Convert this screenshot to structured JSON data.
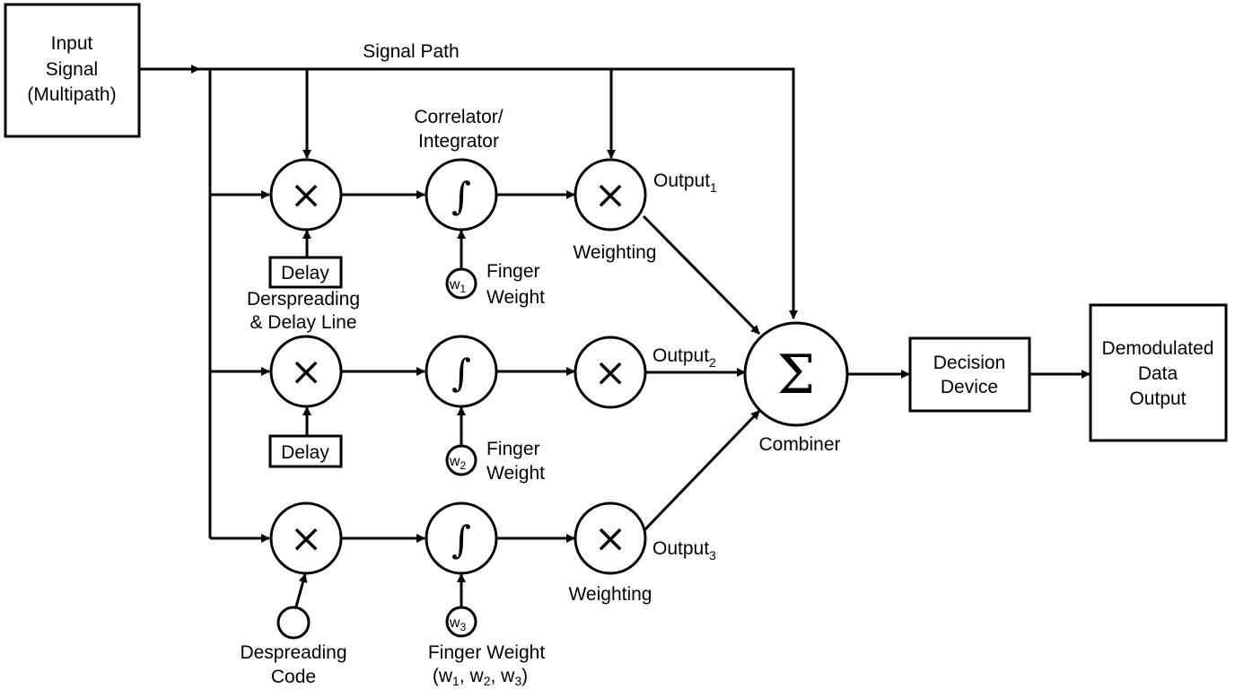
{
  "input_box": {
    "lines": [
      "Input",
      "Signal",
      "(Multipath)"
    ]
  },
  "signal_path_label": "Signal Path",
  "correlator_label": {
    "lines": [
      "Correlator/",
      "Integrator"
    ]
  },
  "delay_labels": [
    "Delay",
    "Delay"
  ],
  "despreading_delay_label": {
    "lines": [
      "Derspreading",
      "& Delay Line"
    ]
  },
  "finger_weight_label": {
    "lines": [
      "Finger",
      "Weight"
    ]
  },
  "weights": [
    {
      "w": "w",
      "sub": "1"
    },
    {
      "w": "w",
      "sub": "2"
    },
    {
      "w": "w",
      "sub": "3"
    }
  ],
  "outputs": [
    {
      "text": "Output",
      "sub": "1"
    },
    {
      "text": "Output",
      "sub": "2"
    },
    {
      "text": "Output",
      "sub": "3"
    }
  ],
  "weighting_label": "Weighting",
  "combiner_label": "Combiner",
  "multiply_symbol": "×",
  "integral_symbol": "∫",
  "sum_symbol": "Σ",
  "despreading_code_label": {
    "lines": [
      "Despreading",
      "Code"
    ]
  },
  "finger_weight_bottom": {
    "line1": "Finger Weight",
    "line2_parts": [
      "(w",
      "1",
      ", w",
      "2",
      ", w",
      "3",
      ")"
    ]
  },
  "decision_box": {
    "lines": [
      "Decision",
      "Device"
    ]
  },
  "output_box": {
    "lines": [
      "Demodulated",
      "Data",
      "Output"
    ]
  }
}
